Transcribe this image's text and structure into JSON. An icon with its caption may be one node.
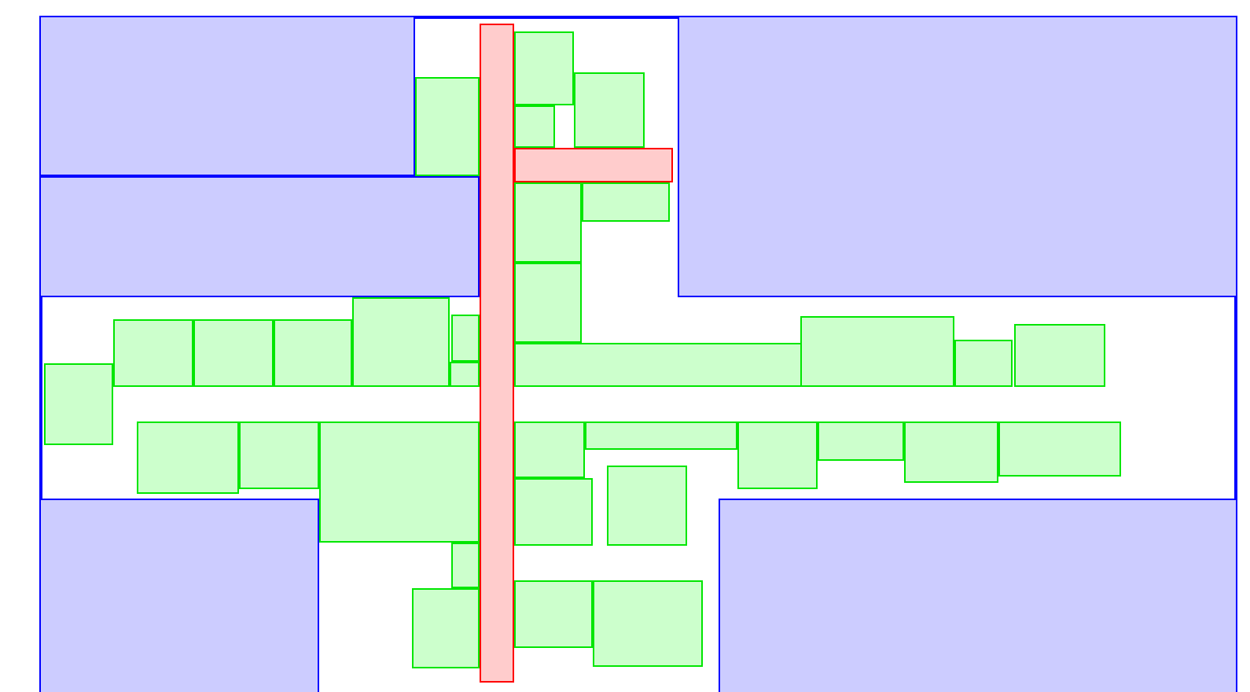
{
  "diagram": {
    "nodes": [
      {
        "text": [],
        "shape": "box"
      },
      {
        "text": [],
        "shape": "box",
        "in": 0
      },
      {
        "text": [],
        "shape": "box",
        "in": 0
      },
      {
        "text": [],
        "shape": "box",
        "in": 0
      },
      {
        "text": [],
        "shape": "box",
        "in": 0
      },
      {
        "text": [],
        "shape": "box",
        "in": 0
      },
      {
        "text": [],
        "shape": "box",
        "in": 0
      },
      {
        "text": [],
        "shape": "box",
        "in": 0
      },
      {
        "text": [],
        "shape": "box",
        "in": 0
      },
      {
        "text": [],
        "shape": "box",
        "in": 0
      },
      {
        "text": [],
        "shape": "box",
        "in": 0
      },
      {
        "text": [],
        "shape": "box",
        "in": 0
      },
      {
        "text": [],
        "shape": "box",
        "in": 0
      },
      {
        "text": [],
        "shape": "box",
        "in": 0
      },
      {
        "text": [],
        "shape": "box",
        "in": 0
      },
      {
        "text": [],
        "shape": "box",
        "in": 0
      },
      {
        "text": [],
        "shape": "box",
        "in": 0
      },
      {
        "text": [],
        "shape": "box",
        "in": 0
      },
      {
        "text": [],
        "shape": "box",
        "in": 0
      },
      {
        "text": [],
        "shape": "box",
        "in": 0
      },
      {
        "text": [],
        "shape": "box",
        "in": 0
      },
      {
        "text": [],
        "shape": "box",
        "in": 0
      },
      {
        "text": [],
        "shape": "box",
        "in": 0
      },
      {
        "text": [],
        "shape": "box",
        "in": 0
      },
      {
        "text": [],
        "shape": "box",
        "in": 0
      },
      {
        "text": [],
        "shape": "box",
        "in": 0
      },
      {
        "text": [],
        "shape": "box",
        "in": 0
      },
      {
        "text": [],
        "shape": "box",
        "in": 0
      },
      {
        "text": [],
        "shape": "box",
        "in": 0
      },
      {
        "text": [],
        "shape": "box",
        "in": 0
      },
      {
        "text": [],
        "shape": "box",
        "in": 0
      },
      {
        "text": [],
        "shape": "box",
        "in": 0
      },
      {
        "text": [],
        "shape": "box",
        "in": 0
      },
      {
        "text": [],
        "shape": "box",
        "in": 0
      },
      {
        "text": [],
        "shape": "box",
        "in": 0
      },
      {
        "text": [],
        "shape": "box",
        "in": 0
      },
      {
        "text": [],
        "shape": "box",
        "in": 0
      },
      {
        "text": [],
        "shape": "box",
        "in": 0
      },
      {
        "text": [],
        "shape": "box",
        "in": 0
      },
      {
        "text": [],
        "shape": "box",
        "in": 0
      },
      {
        "text": [],
        "shape": "box",
        "in": 0
      }
    ]
  }
}
